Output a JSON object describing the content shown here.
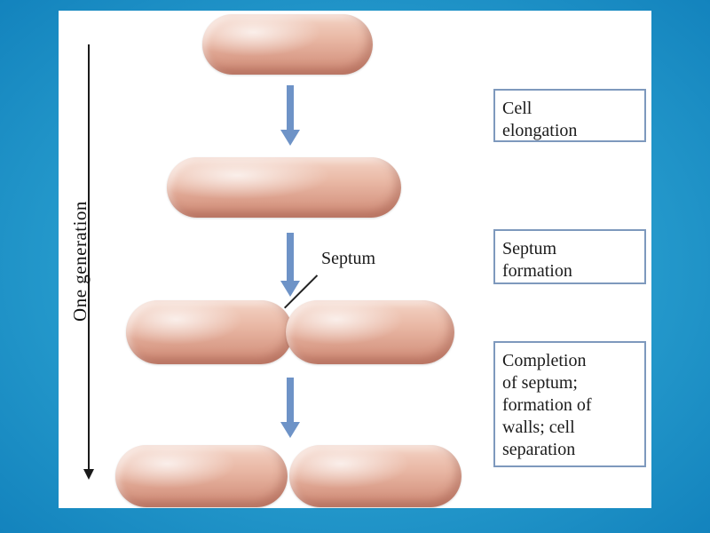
{
  "diagram": {
    "axis_label": "One generation",
    "septum_label": "Septum",
    "stages": [
      {
        "label": "Cell\nelongation"
      },
      {
        "label": "Septum\nformation"
      },
      {
        "label": "Completion\nof septum;\nformation of\nwalls; cell\nseparation"
      }
    ],
    "colors": {
      "background": "#1b8cc4",
      "cell": "#e3ab98",
      "arrow": "#6e93c7",
      "box_border": "#7e99bd"
    }
  }
}
